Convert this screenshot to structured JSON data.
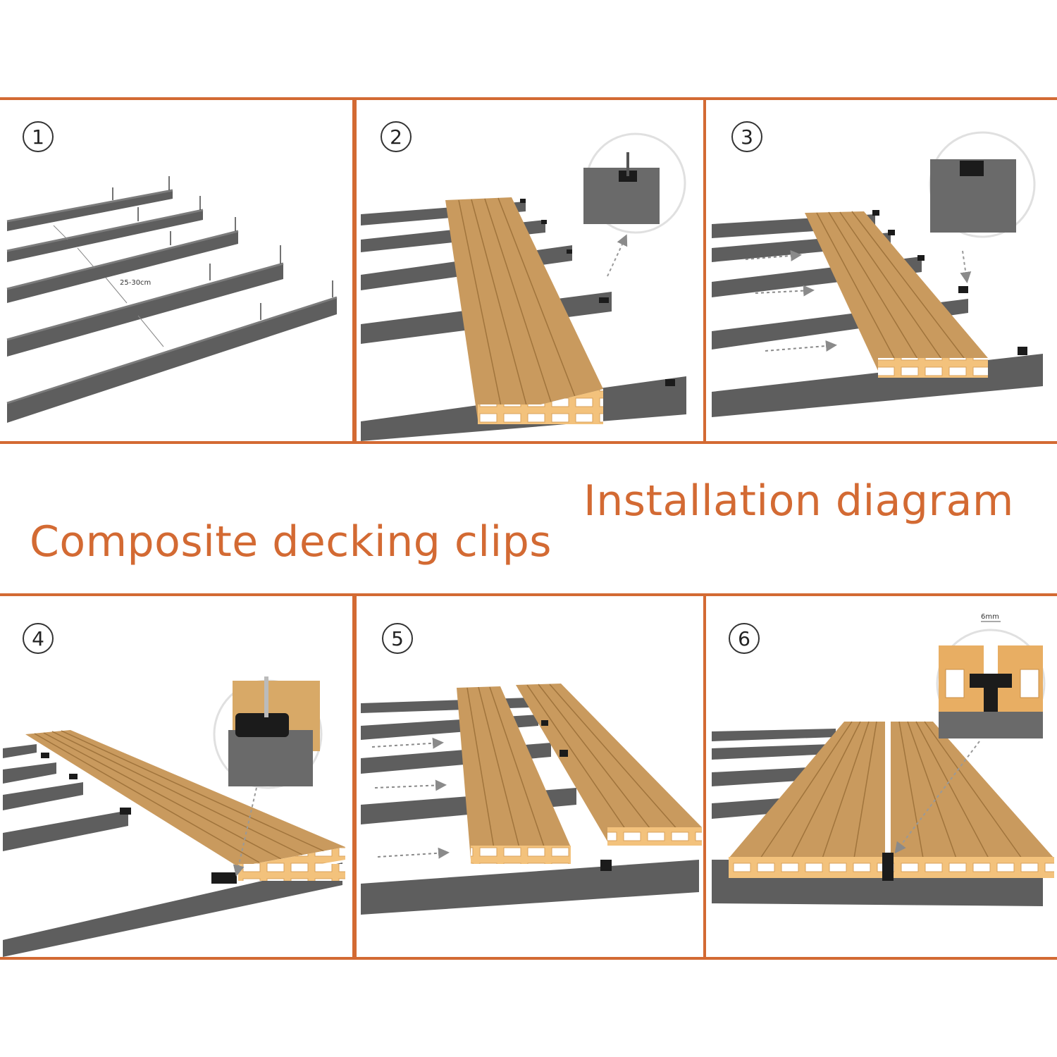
{
  "headings": {
    "installation": "Installation diagram",
    "clips": "Composite decking clips"
  },
  "steps": [
    {
      "number": "1",
      "annotation": "25-30cm"
    },
    {
      "number": "2"
    },
    {
      "number": "3"
    },
    {
      "number": "4"
    },
    {
      "number": "5"
    },
    {
      "number": "6",
      "annotation": "6mm"
    }
  ],
  "colors": {
    "accent": "#d36a33",
    "joist": "#5e5e5e",
    "board": "#c99a5e",
    "board_end": "#f3c27c"
  }
}
